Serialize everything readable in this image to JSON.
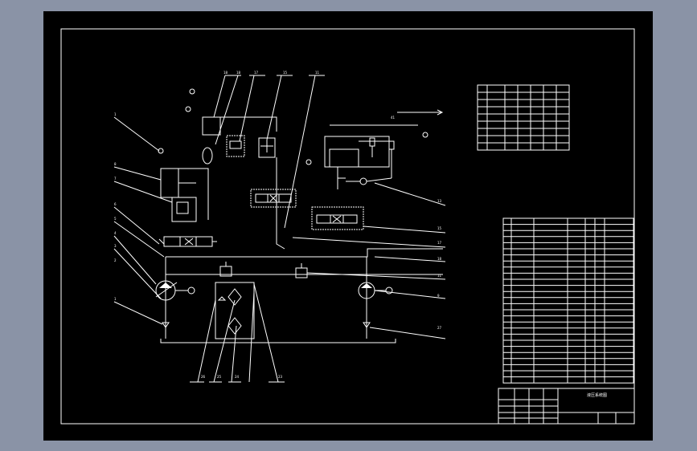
{
  "drawing": {
    "callouts_top": [
      "18",
      "18",
      "17",
      "15",
      "11"
    ],
    "callouts_left": [
      "1",
      "8",
      "7",
      "6",
      "5",
      "4",
      "3",
      "2",
      "1"
    ],
    "callouts_right": [
      "13",
      "15",
      "17",
      "18",
      "11",
      "9",
      "27"
    ],
    "callouts_bottom": [
      "26",
      "25",
      "24",
      "23"
    ],
    "label_top": "41"
  },
  "title_block": {
    "title": "液压系统图"
  },
  "colors": {
    "sheet": "#000000",
    "line": "#ffffff",
    "backdrop": "#8a93a6"
  }
}
